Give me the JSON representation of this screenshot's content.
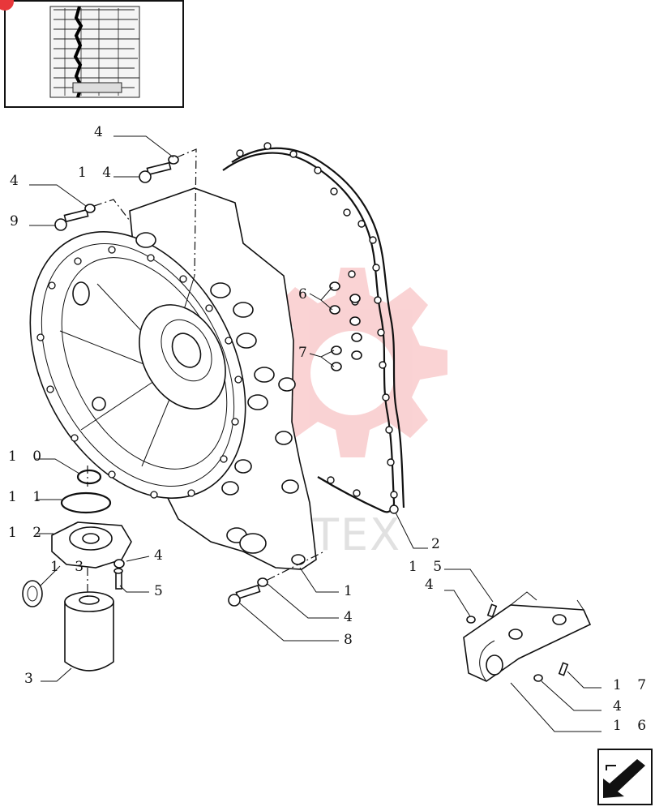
{
  "callouts": [
    {
      "id": "c-4a",
      "text": "4"
    },
    {
      "id": "c-14",
      "text": "1 4"
    },
    {
      "id": "c-4b",
      "text": "4"
    },
    {
      "id": "c-9",
      "text": "9"
    },
    {
      "id": "c-6",
      "text": "6"
    },
    {
      "id": "c-7",
      "text": "7"
    },
    {
      "id": "c-10",
      "text": "1 0"
    },
    {
      "id": "c-11",
      "text": "1 1"
    },
    {
      "id": "c-12",
      "text": "1 2"
    },
    {
      "id": "c-13",
      "text": "1 3"
    },
    {
      "id": "c-4c",
      "text": "4"
    },
    {
      "id": "c-5",
      "text": "5"
    },
    {
      "id": "c-3",
      "text": "3"
    },
    {
      "id": "c-1",
      "text": "1"
    },
    {
      "id": "c-4d",
      "text": "4"
    },
    {
      "id": "c-8",
      "text": "8"
    },
    {
      "id": "c-2",
      "text": "2"
    },
    {
      "id": "c-15",
      "text": "1 5"
    },
    {
      "id": "c-4e",
      "text": "4"
    },
    {
      "id": "c-17",
      "text": "1 7"
    },
    {
      "id": "c-4f",
      "text": "4"
    },
    {
      "id": "c-16",
      "text": "1 6"
    }
  ],
  "watermark": {
    "text": "ИНТЕX",
    "color": "#e8373a"
  },
  "thumbnail": {
    "badge_color": "#e8373a"
  },
  "nav": {
    "icon": "arrow-icon"
  }
}
